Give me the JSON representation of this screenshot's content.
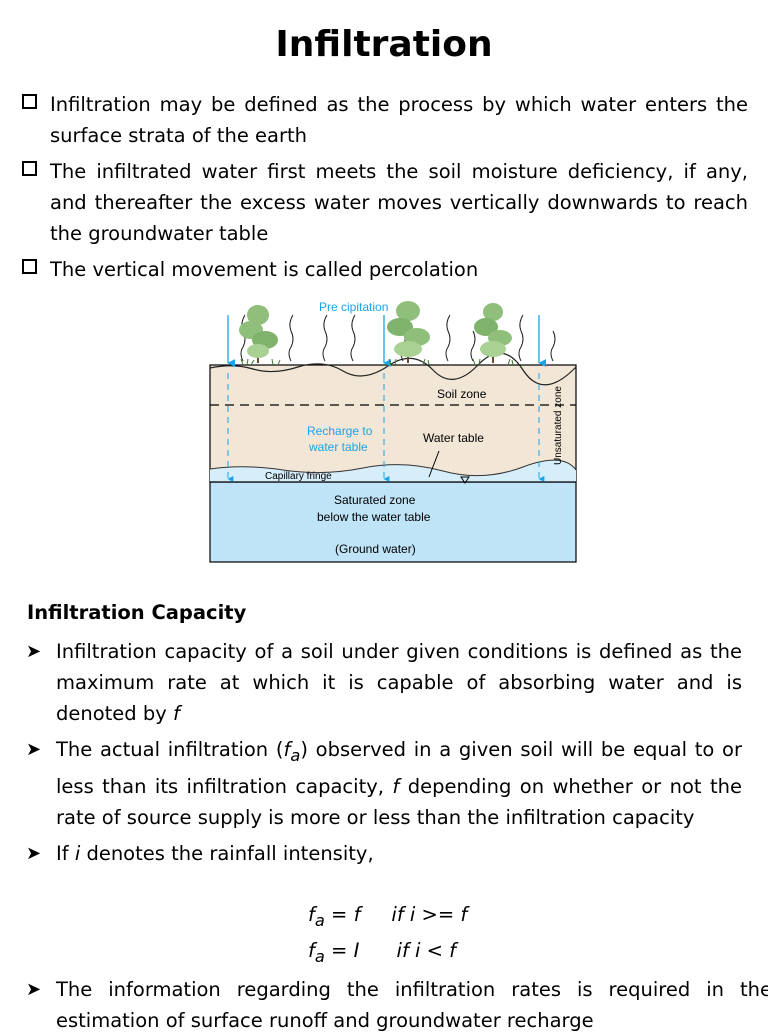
{
  "title": "Infiltration",
  "bullets": [
    "Infiltration may be defined as the process by which water enters the surface strata of the earth",
    "The infiltrated water first meets the soil moisture deficiency, if any, and thereafter the excess water moves vertically downwards to reach the groundwater table",
    "The vertical movement is called percolation"
  ],
  "figure": {
    "precipitation": "Pre cipitation",
    "soil_zone": "Soil zone",
    "recharge_line1": "Recharge to",
    "recharge_line2": "water table",
    "water_table": "Water table",
    "unsaturated_zone": "Unsaturated zone",
    "capillary_fringe": "Capillary fringe",
    "saturated_line1": "Saturated zone",
    "saturated_line2": "below the water table",
    "ground_water": "(Ground water)",
    "colors": {
      "soil": "#f2e6d6",
      "water": "#bfe3f7",
      "arrow": "#1aa3e8",
      "tree": "#8fbf7a"
    }
  },
  "section": {
    "heading": "Infiltration Capacity",
    "items": [
      {
        "before": "Infiltration capacity of a soil under given conditions is defined as the maximum rate at which it is capable of absorbing water and is denoted by ",
        "var": "f",
        "after": ""
      },
      {
        "before": "The actual infiltration (",
        "var": "f",
        "sub": "a",
        "after": ") observed in a given soil will be equal to or less than its infiltration capacity, ",
        "var2": "f",
        "after2": " depending on whether or not the rate of source supply is more or less than the infiltration capacity"
      },
      {
        "before": "If ",
        "var": "i",
        "after": " denotes the rainfall intensity,"
      }
    ],
    "equations": [
      {
        "lhs": "f",
        "sub": "a",
        "rhs": " = f     if i >= f"
      },
      {
        "lhs": "f",
        "sub": "a",
        "rhs": " = I      if i < f"
      }
    ],
    "last_item": "The information regarding the infiltration rates is required in the estimation of surface runoff and groundwater recharge"
  },
  "icons": {
    "bullet": "square-bullet-icon",
    "arrow": "arrowhead-bullet-icon"
  }
}
